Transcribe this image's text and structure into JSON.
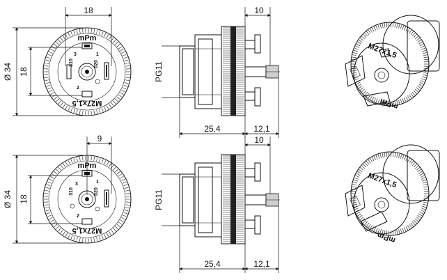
{
  "dimensions": {
    "top_width_front": "18",
    "bottom_width_front": "9",
    "diameter": "Ø 34",
    "height_front": "18",
    "side_top_right": "10",
    "side_length": "25,4",
    "side_right_length": "12,1",
    "thread_label": "PG11"
  },
  "markings": {
    "brand": "mPm",
    "thread": "M27x1,5",
    "pin1": "1",
    "pin2": "2",
    "pin3": "3",
    "code_a": "310",
    "code_b": "020"
  }
}
